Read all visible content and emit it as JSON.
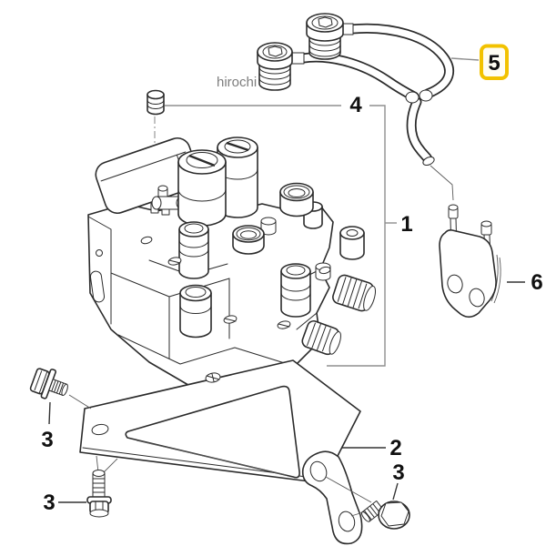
{
  "watermark": "hirochi",
  "callouts": {
    "part1": {
      "label": "1"
    },
    "part2": {
      "label": "2"
    },
    "part3_top_left": {
      "label": "3"
    },
    "part3_bottom_left": {
      "label": "3"
    },
    "part3_bottom_right": {
      "label": "3"
    },
    "part4": {
      "label": "4"
    },
    "part5": {
      "label": "5",
      "highlighted": true
    },
    "part6": {
      "label": "6"
    }
  },
  "colors": {
    "line": "#2b2b2b",
    "leader_gray": "#8f8f8f",
    "watermark": "#7d7d7d",
    "highlight_border": "#f2c200",
    "highlight_fill": "#fffdf2",
    "background": "#ffffff"
  }
}
